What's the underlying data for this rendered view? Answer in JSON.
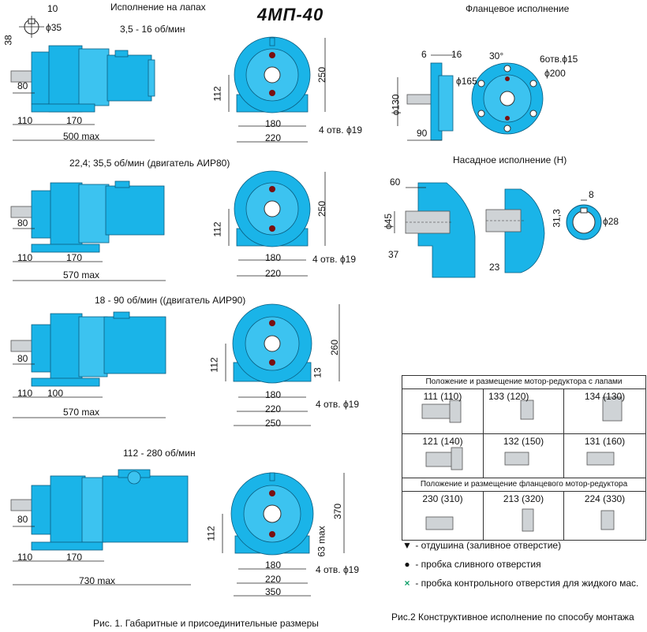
{
  "header": {
    "feet_title": "Исполнение на лапах",
    "model": "4МП-40",
    "flange_title": "Фланцевое исполнение",
    "mounted_title": "Насадное исполнение (Н)"
  },
  "rows": [
    {
      "speed": "3,5 - 16 об/мин",
      "dims": {
        "d80": "80",
        "d110": "110",
        "d170": "170",
        "dmax": "500 max",
        "d112": "112",
        "d250": "250",
        "d180": "180",
        "d220": "220",
        "holes": "4 отв. ϕ19"
      }
    },
    {
      "speed": "22,4; 35,5 об/мин (двигатель АИР80)",
      "dims": {
        "d80": "80",
        "d110": "110",
        "d170": "170",
        "dmax": "570 max",
        "d112": "112",
        "d250": "250",
        "d180": "180",
        "d220": "220",
        "holes": "4 отв. ϕ19"
      }
    },
    {
      "speed": "18 - 90 об/мин ((двигатель АИР90)",
      "dims": {
        "d80": "80",
        "d110": "110",
        "d170": "100",
        "dmax": "570 max",
        "d112": "112",
        "d250": "260",
        "d180": "180",
        "d220": "220",
        "d250b": "250",
        "d13": "13",
        "holes": "4 отв. ϕ19"
      }
    },
    {
      "speed": "112 - 280 об/мин",
      "dims": {
        "d80": "80",
        "d110": "110",
        "d170": "170",
        "dmax": "730 max",
        "d112": "112",
        "d250": "370",
        "d63": "63 max",
        "d180": "180",
        "d220": "220",
        "d250b": "350",
        "holes": "4 отв. ϕ19"
      }
    }
  ],
  "shaft": {
    "d10": "10",
    "d38": "38",
    "d35": "ϕ35"
  },
  "flange": {
    "d6": "6",
    "d16": "16",
    "d30": "30°",
    "holes": "6отв.ϕ15",
    "d165": "ϕ165",
    "d200": "ϕ200",
    "d130": "ϕ130",
    "d90": "90"
  },
  "mounted": {
    "d60": "60",
    "d45": "ϕ45",
    "d37": "37",
    "d23": "23",
    "d8": "8",
    "d313": "31,3",
    "d28": "ϕ28"
  },
  "table": {
    "head_feet": "Положение и размещение мотор-редуктора с лапами",
    "head_flange": "Положение и размещение фланцевого мотор-редуктора",
    "feet_positions": [
      "111 (110)",
      "133 (120)",
      "134 (130)",
      "121 (140)",
      "132 (150)",
      "131 (160)"
    ],
    "flange_positions": [
      "230 (310)",
      "213 (320)",
      "224 (330)"
    ]
  },
  "legend": [
    {
      "mark": "▼",
      "text": "- отдушина (заливное отверстие)"
    },
    {
      "mark": "●",
      "text": "- пробка сливного отверстия"
    },
    {
      "mark": "×",
      "text": "- пробка контрольного отверстия для жидкого мас."
    }
  ],
  "captions": {
    "fig1": "Рис. 1. Габаритные и присоединительные размеры",
    "fig2": "Рис.2 Конструктивное исполнение по способу монтажа"
  },
  "colors": {
    "body": "#1ab4e8",
    "outline": "#0a5d80"
  }
}
